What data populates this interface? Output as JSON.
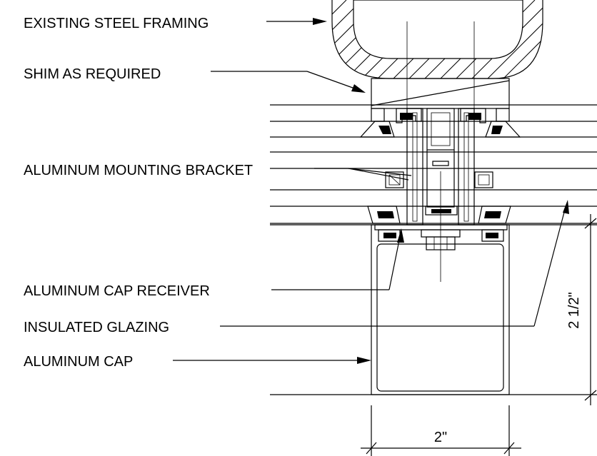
{
  "labels": {
    "steel": "EXISTING STEEL FRAMING",
    "shim": "SHIM AS REQUIRED",
    "bracket": "ALUMINUM MOUNTING BRACKET",
    "receiver": "ALUMINUM CAP RECEIVER",
    "glazing": "INSULATED GLAZING",
    "cap": "ALUMINUM CAP"
  },
  "dimensions": {
    "height": "2 1/2\"",
    "width": "2\""
  }
}
